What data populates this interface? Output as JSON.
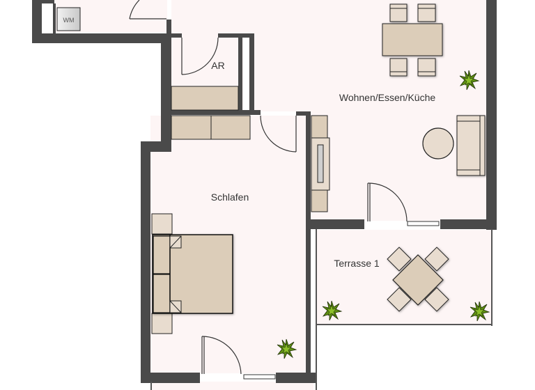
{
  "floorplan": {
    "rooms": [
      {
        "id": "wohnen",
        "label": "Wohnen/Essen/Küche"
      },
      {
        "id": "schlafen",
        "label": "Schlafen"
      },
      {
        "id": "ar",
        "label": "AR"
      },
      {
        "id": "terrasse",
        "label": "Terrasse 1"
      }
    ],
    "appliances": {
      "washing_machine": "WM"
    },
    "colors": {
      "wall": "#4a4a4a",
      "floor": "#fdf5f5",
      "furniture": "#dccdb9",
      "furniture_light": "#e8dccf",
      "plant": "#6a9a1e",
      "window": "#ffffff"
    }
  }
}
